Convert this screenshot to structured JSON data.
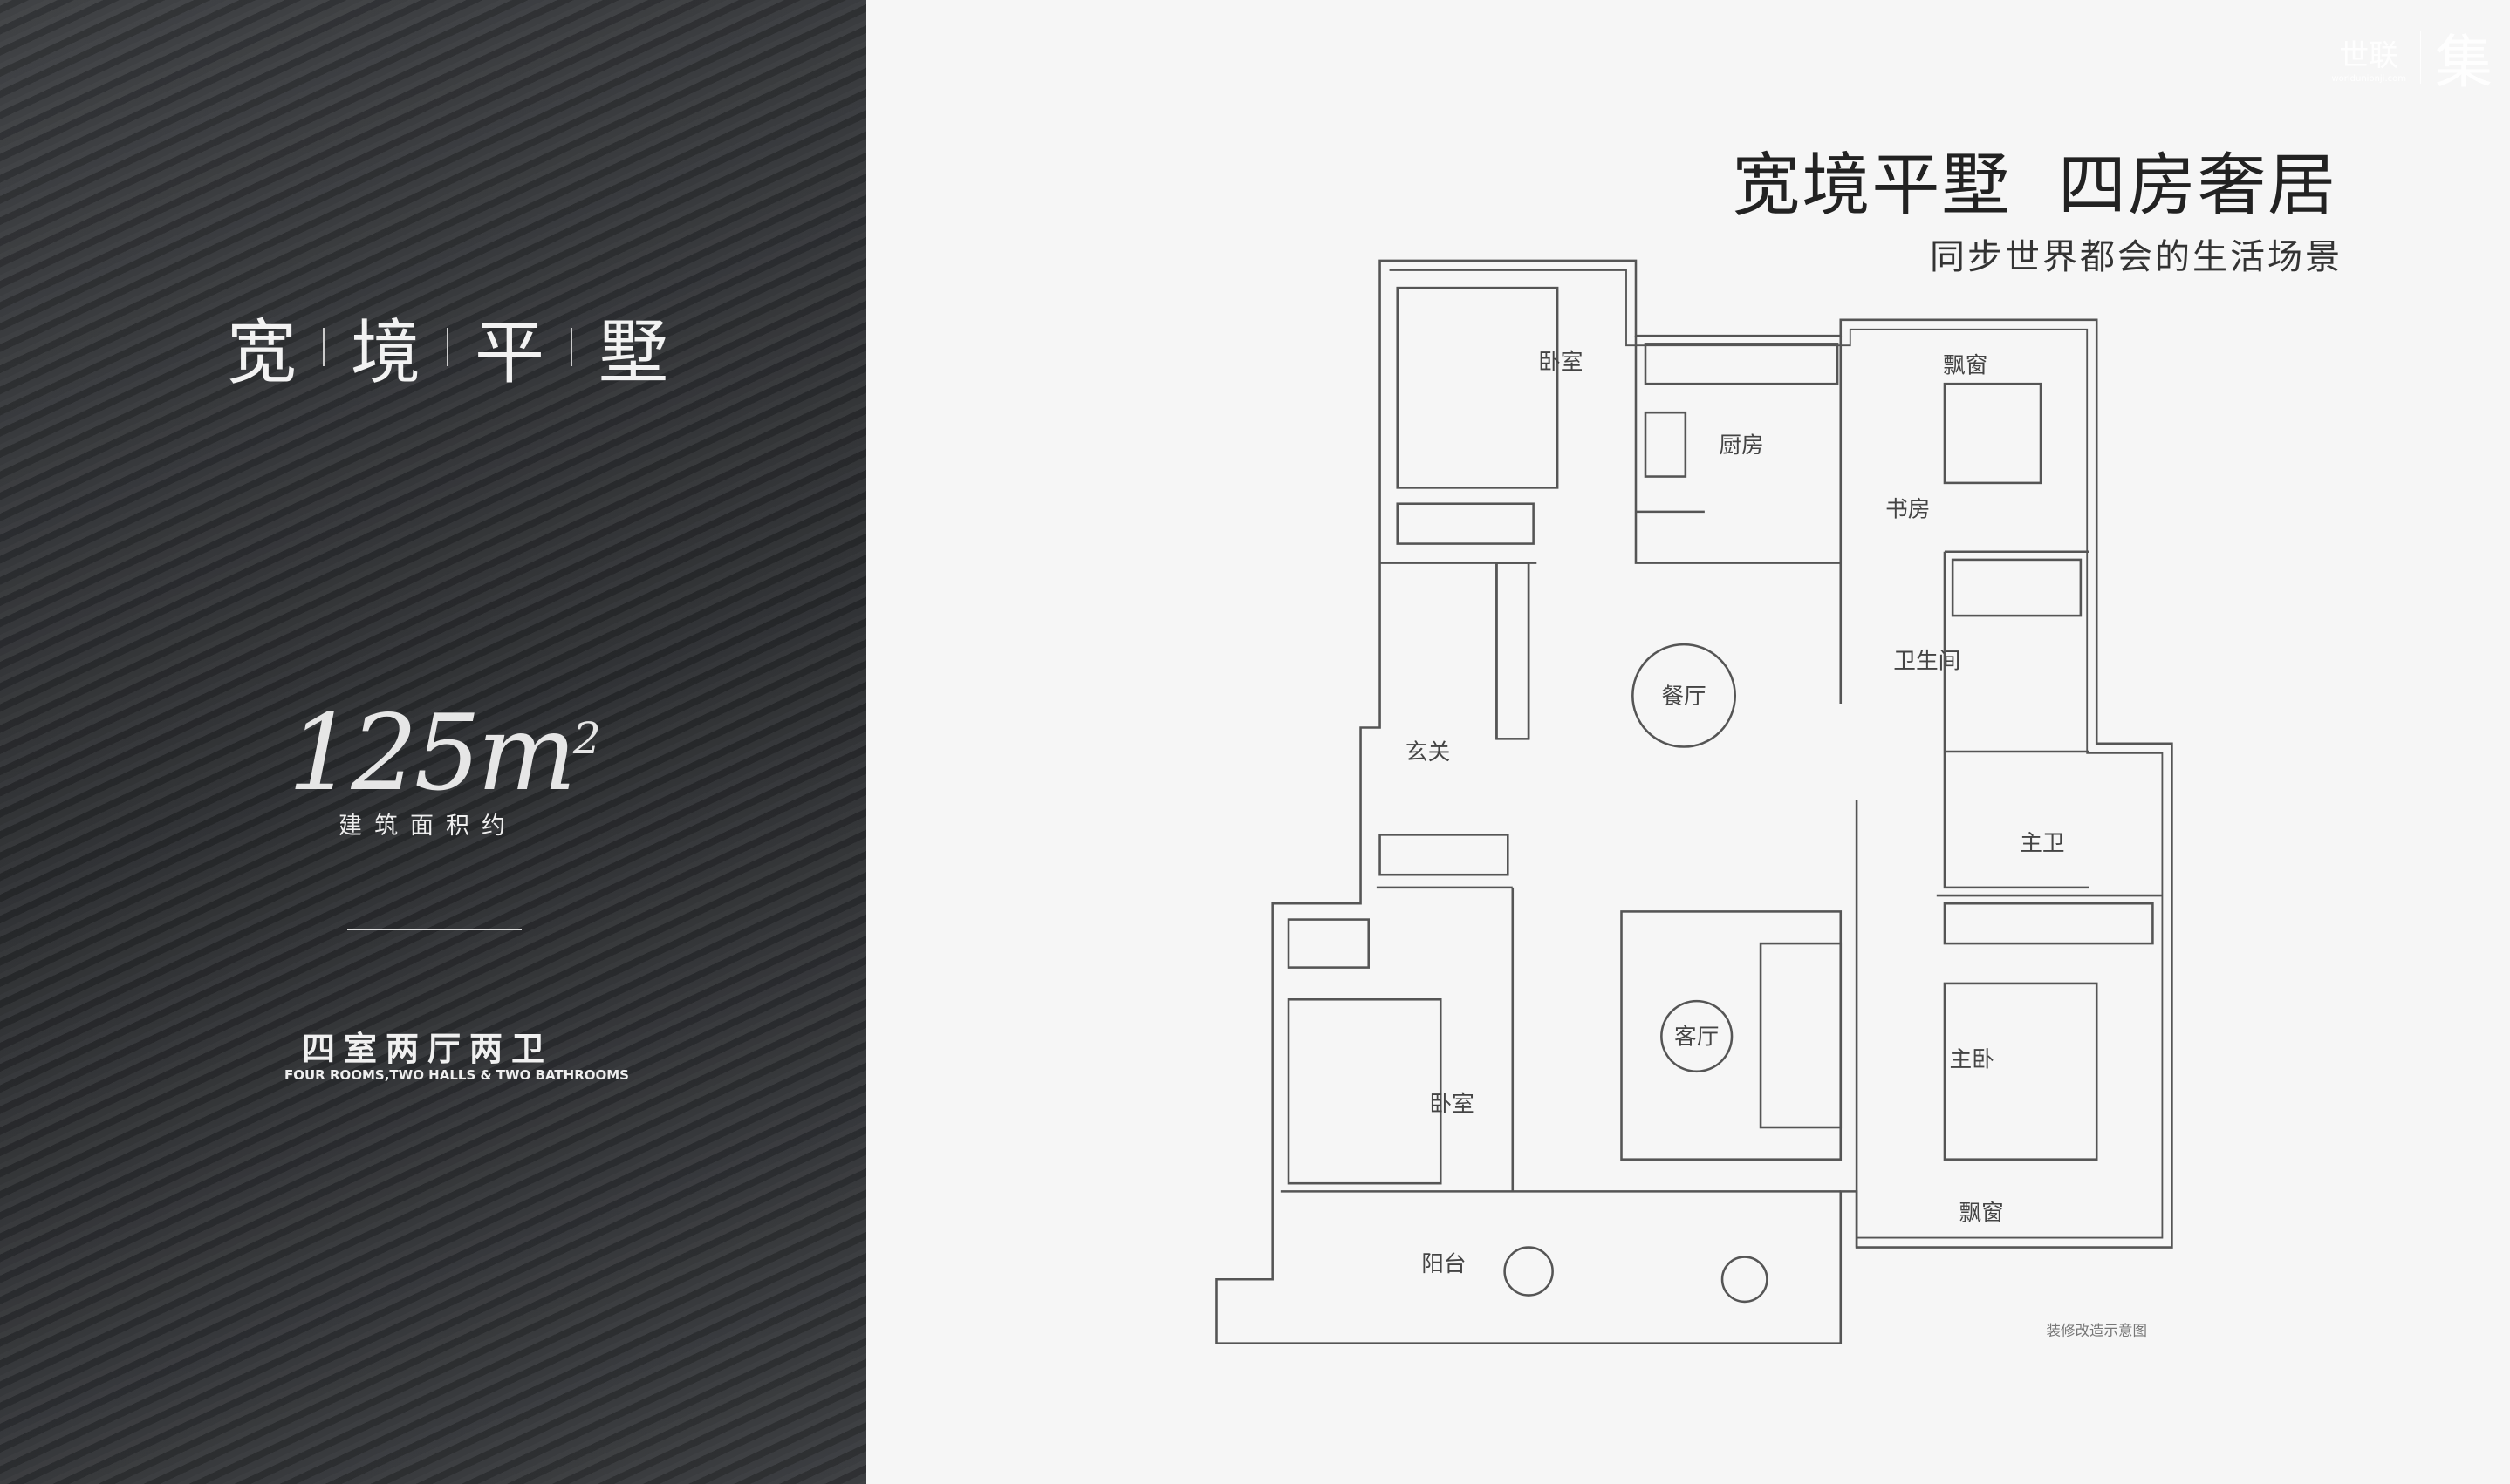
{
  "left_panel": {
    "title_chars": [
      "宽",
      "境",
      "平",
      "墅"
    ],
    "area_value": "125",
    "area_unit": "m",
    "area_unit_sup": "2",
    "area_label": "建筑面积约",
    "layout_cn": "四室两厅两卫",
    "layout_en": "FOUR ROOMS,TWO HALLS & TWO BATHROOMS"
  },
  "logo": {
    "brand_cn": "世联",
    "brand_url": "worldunionji.com",
    "brand_char": "集"
  },
  "header": {
    "title": "宽境平墅  四房奢居",
    "subtitle": "同步世界都会的生活场景"
  },
  "plan": {
    "rooms": {
      "bedroom_nw": "卧室",
      "kitchen": "厨房",
      "bay_window_n": "飘窗",
      "study": "书房",
      "bathroom": "卫生间",
      "dining": "餐厅",
      "entrance": "玄关",
      "master_bath": "主卫",
      "living": "客厅",
      "master_bedroom": "主卧",
      "bedroom_sw": "卧室",
      "bay_window_s": "飘窗",
      "balcony": "阳台"
    },
    "note": "装修改造示意图"
  }
}
